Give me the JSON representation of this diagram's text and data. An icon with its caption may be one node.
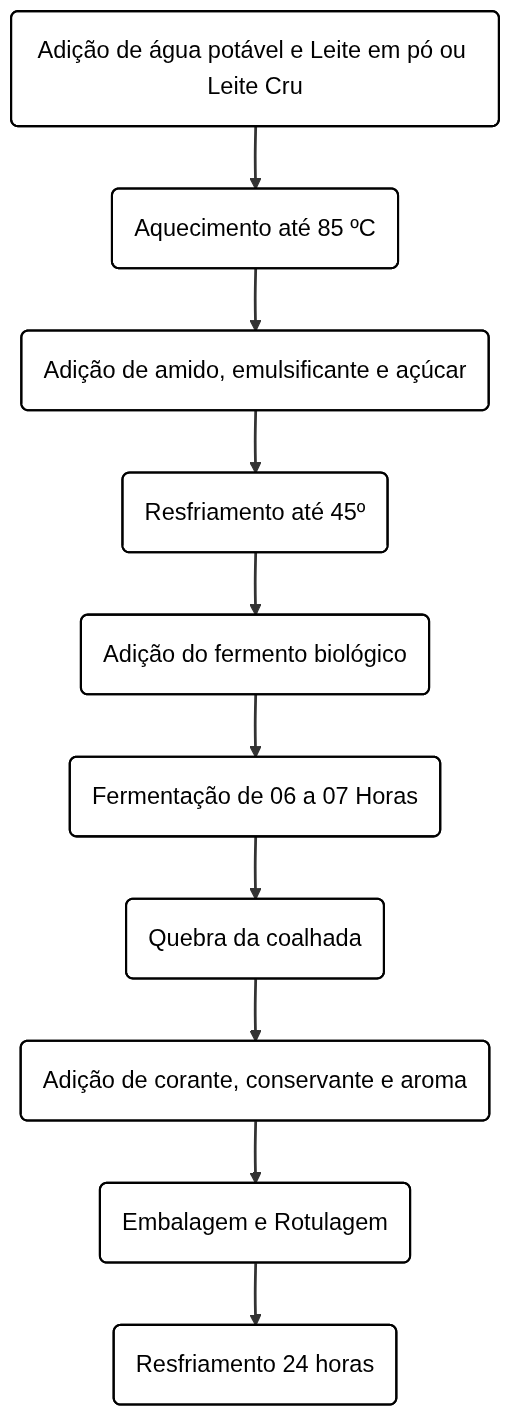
{
  "diagram": {
    "nodes": [
      {
        "text": [
          "Adição de água potável e Leite em pó ou Leite Cru"
        ]
      },
      {
        "text": [
          "Aquecimento até 85 ºC"
        ]
      },
      {
        "text": [
          "Adição de amido, emulsificante e açúcar"
        ]
      },
      {
        "text": [
          "Resfriamento até 45º"
        ]
      },
      {
        "text": [
          "Adição do fermento biológico"
        ]
      },
      {
        "text": [
          "Fermentação de 06 a 07 Horas"
        ]
      },
      {
        "text": [
          "Quebra da coalhada"
        ]
      },
      {
        "text": [
          "Adição de corante, conservante e aroma"
        ]
      },
      {
        "text": [
          "Embalagem e Rotulagem"
        ]
      },
      {
        "text": [
          "Resfriamento 24 horas"
        ]
      }
    ],
    "edges": [
      {
        "from": 0,
        "to": 1,
        "arrow": "to"
      },
      {
        "from": 1,
        "to": 2,
        "arrow": "to"
      },
      {
        "from": 2,
        "to": 3,
        "arrow": "to"
      },
      {
        "from": 3,
        "to": 4,
        "arrow": "to"
      },
      {
        "from": 4,
        "to": 5,
        "arrow": "to"
      },
      {
        "from": 5,
        "to": 6,
        "arrow": "to"
      },
      {
        "from": 6,
        "to": 7,
        "arrow": "to"
      },
      {
        "from": 7,
        "to": 8,
        "arrow": "to"
      },
      {
        "from": 8,
        "to": 9,
        "arrow": "to"
      }
    ]
  }
}
